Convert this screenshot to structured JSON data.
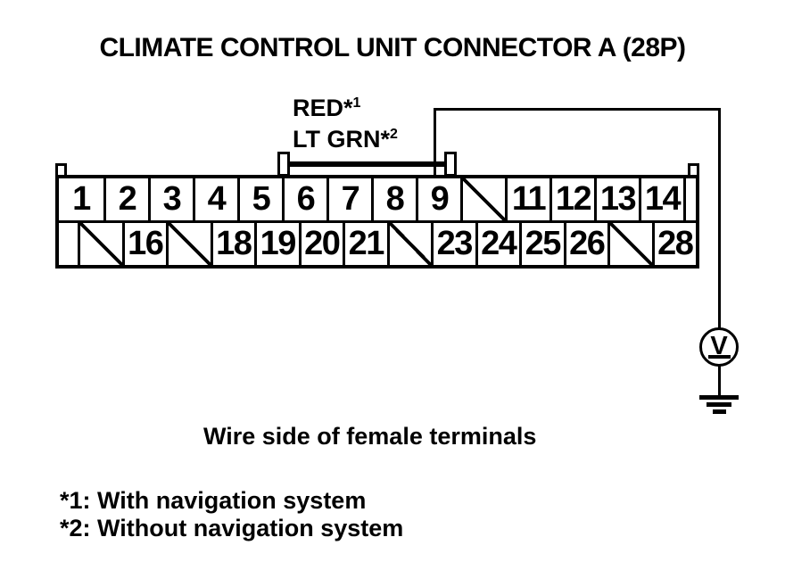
{
  "colors": {
    "ink": "#000000",
    "paper": "#ffffff"
  },
  "title": "CLIMATE CONTROL UNIT CONNECTOR A (28P)",
  "wire_label": {
    "line1": {
      "text": "RED*",
      "sup": "1"
    },
    "line2": {
      "text": "LT GRN*",
      "sup": "2"
    }
  },
  "connector": {
    "rows": [
      {
        "name": "top-row",
        "cells": [
          {
            "label": "1"
          },
          {
            "label": "2"
          },
          {
            "label": "3"
          },
          {
            "label": "4"
          },
          {
            "label": "5"
          },
          {
            "label": "6"
          },
          {
            "label": "7"
          },
          {
            "label": "8"
          },
          {
            "label": "9"
          },
          {
            "label": "",
            "slash": true
          },
          {
            "label": "11"
          },
          {
            "label": "12"
          },
          {
            "label": "13"
          },
          {
            "label": "14"
          },
          {
            "label": "",
            "narrow": true
          }
        ]
      },
      {
        "name": "bottom-row",
        "cells": [
          {
            "label": "",
            "narrow": true
          },
          {
            "label": "",
            "slash": true
          },
          {
            "label": "16"
          },
          {
            "label": "",
            "slash": true
          },
          {
            "label": "18"
          },
          {
            "label": "19"
          },
          {
            "label": "20"
          },
          {
            "label": "21"
          },
          {
            "label": "",
            "slash": true
          },
          {
            "label": "23"
          },
          {
            "label": "24"
          },
          {
            "label": "25"
          },
          {
            "label": "26"
          },
          {
            "label": "",
            "slash": true
          },
          {
            "label": "28"
          }
        ]
      }
    ]
  },
  "meter": {
    "symbol": "V"
  },
  "caption": "Wire side of female terminals",
  "footnotes": [
    "*1: With navigation system",
    "*2: Without navigation system"
  ]
}
